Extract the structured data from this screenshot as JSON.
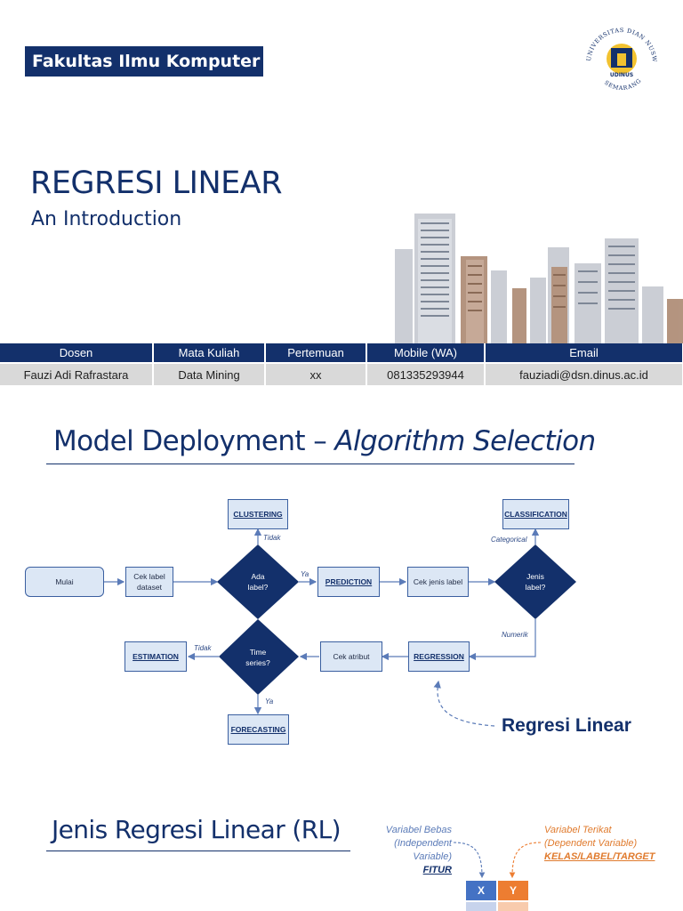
{
  "slide1": {
    "faculty": "Fakultas Ilmu Komputer",
    "title": "REGRESI LINEAR",
    "subtitle": "An Introduction",
    "logo": {
      "arc_text": "UNIVERSITAS DIAN NUSWANTORO",
      "bottom_text": "SEMARANG",
      "inner_text": "UDINUS"
    },
    "table": {
      "headers": [
        "Dosen",
        "Mata Kuliah",
        "Pertemuan",
        "Mobile (WA)",
        "Email"
      ],
      "row": [
        "Fauzi Adi Rafrastara",
        "Data Mining",
        "xx",
        "081335293944",
        "fauziadi@dsn.dinus.ac.id"
      ]
    }
  },
  "slide2": {
    "title_plain": "Model Deployment – ",
    "title_italic": "Algorithm Selection",
    "nodes": {
      "mulai": "Mulai",
      "cek_label_1": "Cek label",
      "cek_label_2": "dataset",
      "ada_label_1": "Ada",
      "ada_label_2": "label?",
      "prediction": "PREDICTION",
      "cek_jenis": "Cek jenis label",
      "jenis_1": "Jenis",
      "jenis_2": "label?",
      "clustering": "CLUSTERING",
      "classification": "CLASSIFICATION",
      "regression": "REGRESSION",
      "cek_atribut": "Cek atribut",
      "time_1": "Time",
      "time_2": "series?",
      "estimation": "ESTIMATION",
      "forecasting": "FORECASTING"
    },
    "edge_labels": {
      "tidak_1": "Tidak",
      "ya_1": "Ya",
      "categorical": "Categorical",
      "numerik": "Numerik",
      "tidak_2": "Tidak",
      "ya_2": "Ya"
    },
    "callout": "Regresi Linear",
    "colors": {
      "navy": "#13306b",
      "box_fill": "#dce7f5",
      "box_border": "#3a5fa0",
      "arrow": "#5b7bb8"
    }
  },
  "slide3": {
    "title": "Jenis Regresi Linear (RL)",
    "var_bebas": [
      "Variabel Bebas",
      "(Independent",
      "Variable)"
    ],
    "var_bebas_fitur": "FITUR",
    "var_terikat": [
      "Variabel Terikat",
      "(Dependent Variable)"
    ],
    "var_terikat_kelas": "KELAS/LABEL/TARGET",
    "x": "X",
    "y": "Y",
    "colors": {
      "x": "#4472c4",
      "y": "#ed7d31"
    }
  }
}
